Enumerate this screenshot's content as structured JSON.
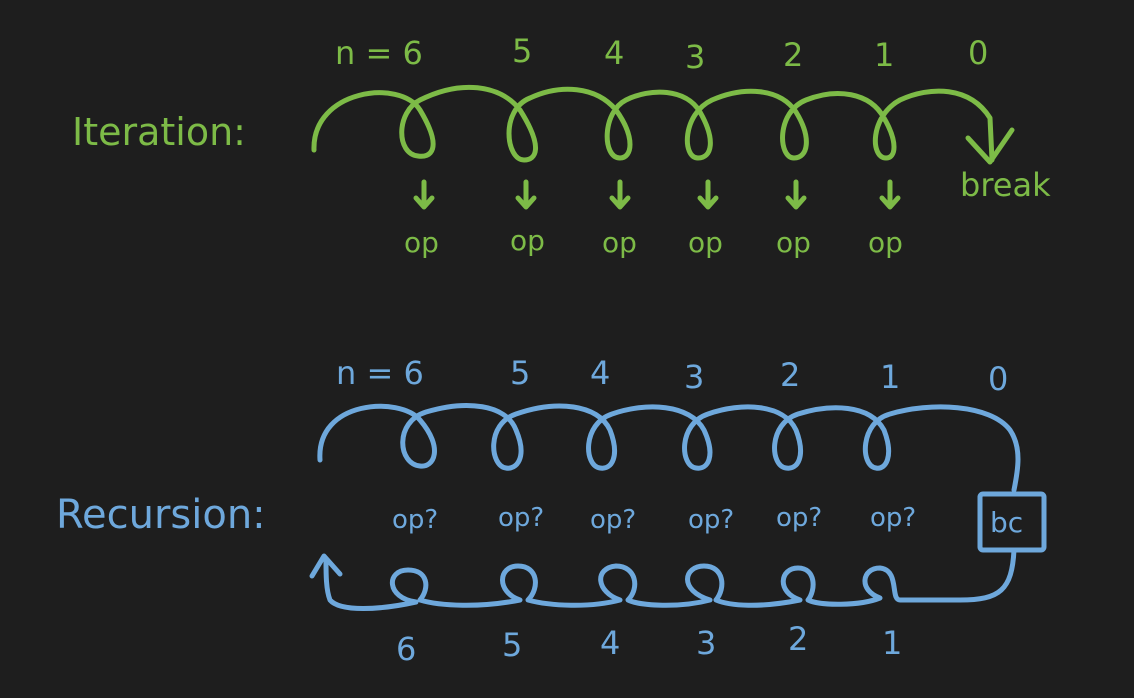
{
  "colors": {
    "background": "#1e1e1e",
    "iteration": "#7dbb47",
    "recursion": "#6ea8dc"
  },
  "iteration": {
    "label": "Iteration:",
    "n_values": [
      "n = 6",
      "5",
      "4",
      "3",
      "2",
      "1",
      "0"
    ],
    "ops": [
      "op",
      "op",
      "op",
      "op",
      "op",
      "op"
    ],
    "end_label": "break"
  },
  "recursion": {
    "label": "Recursion:",
    "n_values": [
      "n = 6",
      "5",
      "4",
      "3",
      "2",
      "1",
      "0"
    ],
    "ops": [
      "op?",
      "op?",
      "op?",
      "op?",
      "op?",
      "op?"
    ],
    "base_case": "bc",
    "return_values": [
      "6",
      "5",
      "4",
      "3",
      "2",
      "1"
    ]
  }
}
